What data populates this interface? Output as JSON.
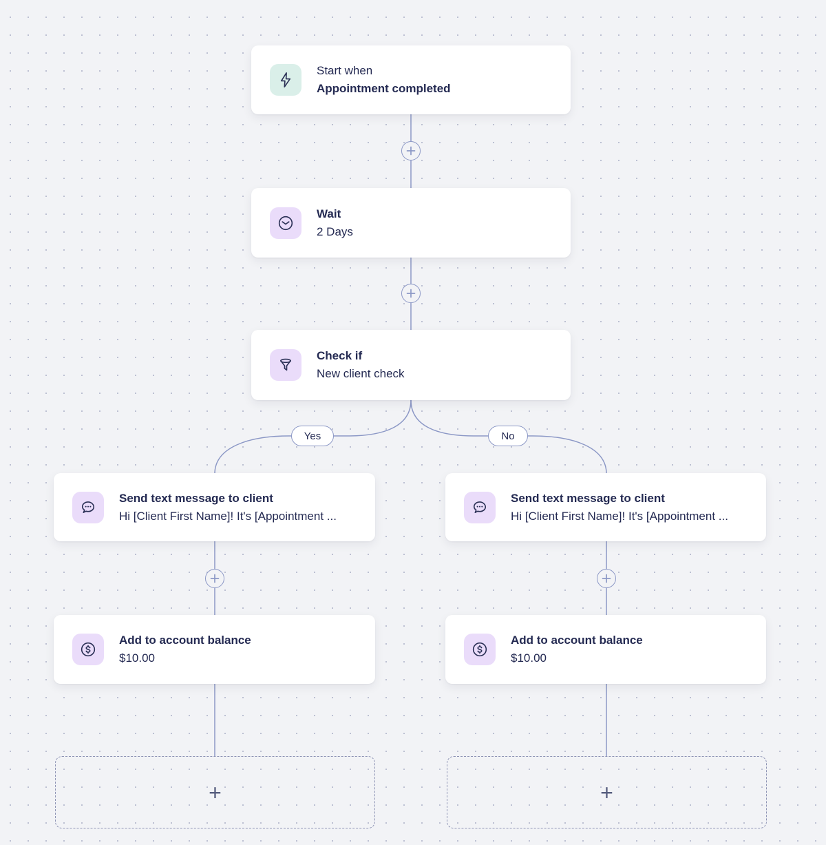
{
  "colors": {
    "background": "#f2f3f6",
    "dot_grid": "#bcc0d2",
    "connector_line": "#8c98c6",
    "card_background": "#ffffff",
    "text": "#242a52",
    "trigger_tile": "#daefe9",
    "action_tile": "#eadcfa"
  },
  "icons": {
    "trigger": "lightning-icon",
    "wait": "clock-icon",
    "condition": "funnel-icon",
    "message": "chat-bubble-icon",
    "balance": "dollar-circle-icon",
    "connector_add": "plus-icon"
  },
  "flow": {
    "trigger": {
      "label": "Start when",
      "title": "Appointment completed"
    },
    "wait": {
      "title": "Wait",
      "subtitle": "2 Days"
    },
    "condition": {
      "title": "Check if",
      "subtitle": "New client check"
    },
    "branch_yes_label": "Yes",
    "branch_no_label": "No",
    "yes": {
      "message": {
        "title": "Send text message to client",
        "subtitle": "Hi [Client First Name]! It's [Appointment ..."
      },
      "balance": {
        "title": "Add to account balance",
        "subtitle": "$10.00"
      },
      "add_placeholder": "+"
    },
    "no": {
      "message": {
        "title": "Send text message to client",
        "subtitle": "Hi [Client First Name]! It's [Appointment ..."
      },
      "balance": {
        "title": "Add to account balance",
        "subtitle": "$10.00"
      },
      "add_placeholder": "+"
    }
  }
}
